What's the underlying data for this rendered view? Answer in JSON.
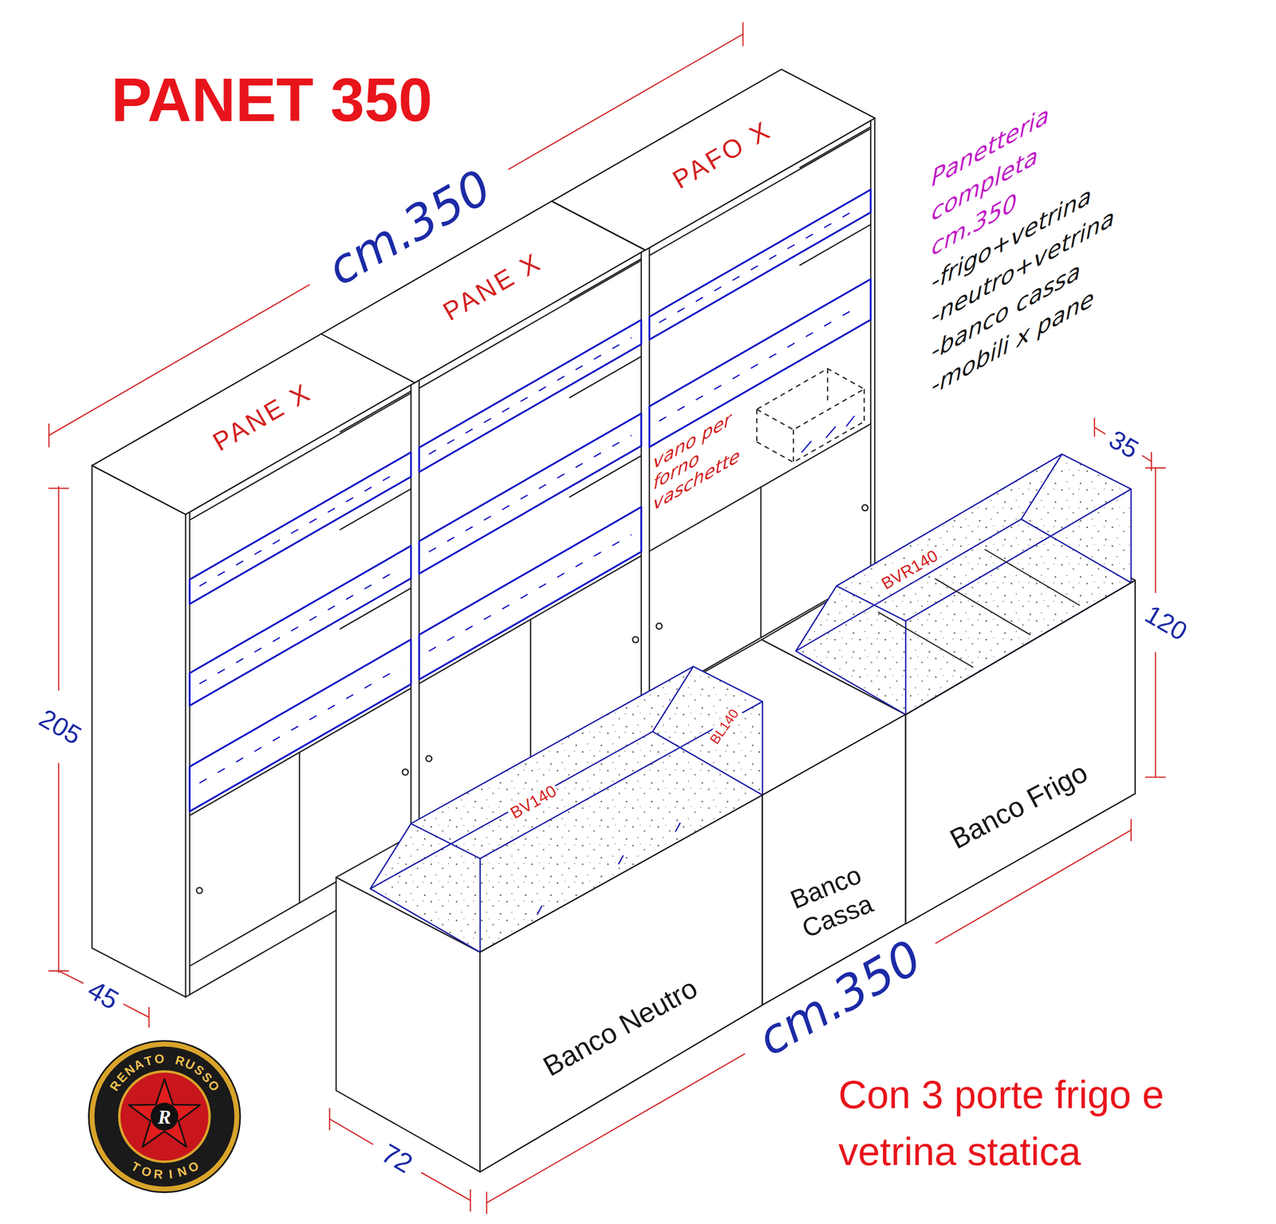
{
  "diagram": {
    "title": "PANET 350",
    "caption": "Con 3 porte frigo e vetrina statica",
    "nodes": [
      {
        "text": [
          "PANE X"
        ]
      },
      {
        "text": [
          "PANE X"
        ]
      },
      {
        "text": [
          "PAFO X"
        ]
      },
      {
        "text": [
          "Banco Neutro"
        ]
      },
      {
        "text": [
          "Banco Cassa"
        ]
      },
      {
        "text": [
          "Banco Frigo"
        ]
      }
    ],
    "labels": [
      "cm.350",
      "Panetteria completa cm.350",
      "-frigo+vetrina",
      "-neutro+vetrina",
      "-banco cassa",
      "-mobili x pane",
      "vano per forno vaschette",
      "BVR140",
      "35",
      "120",
      "205",
      "BV140",
      "BL140",
      "45",
      "72",
      "cm.350",
      "RENATO RUSSO",
      "TORINO",
      "R"
    ]
  }
}
